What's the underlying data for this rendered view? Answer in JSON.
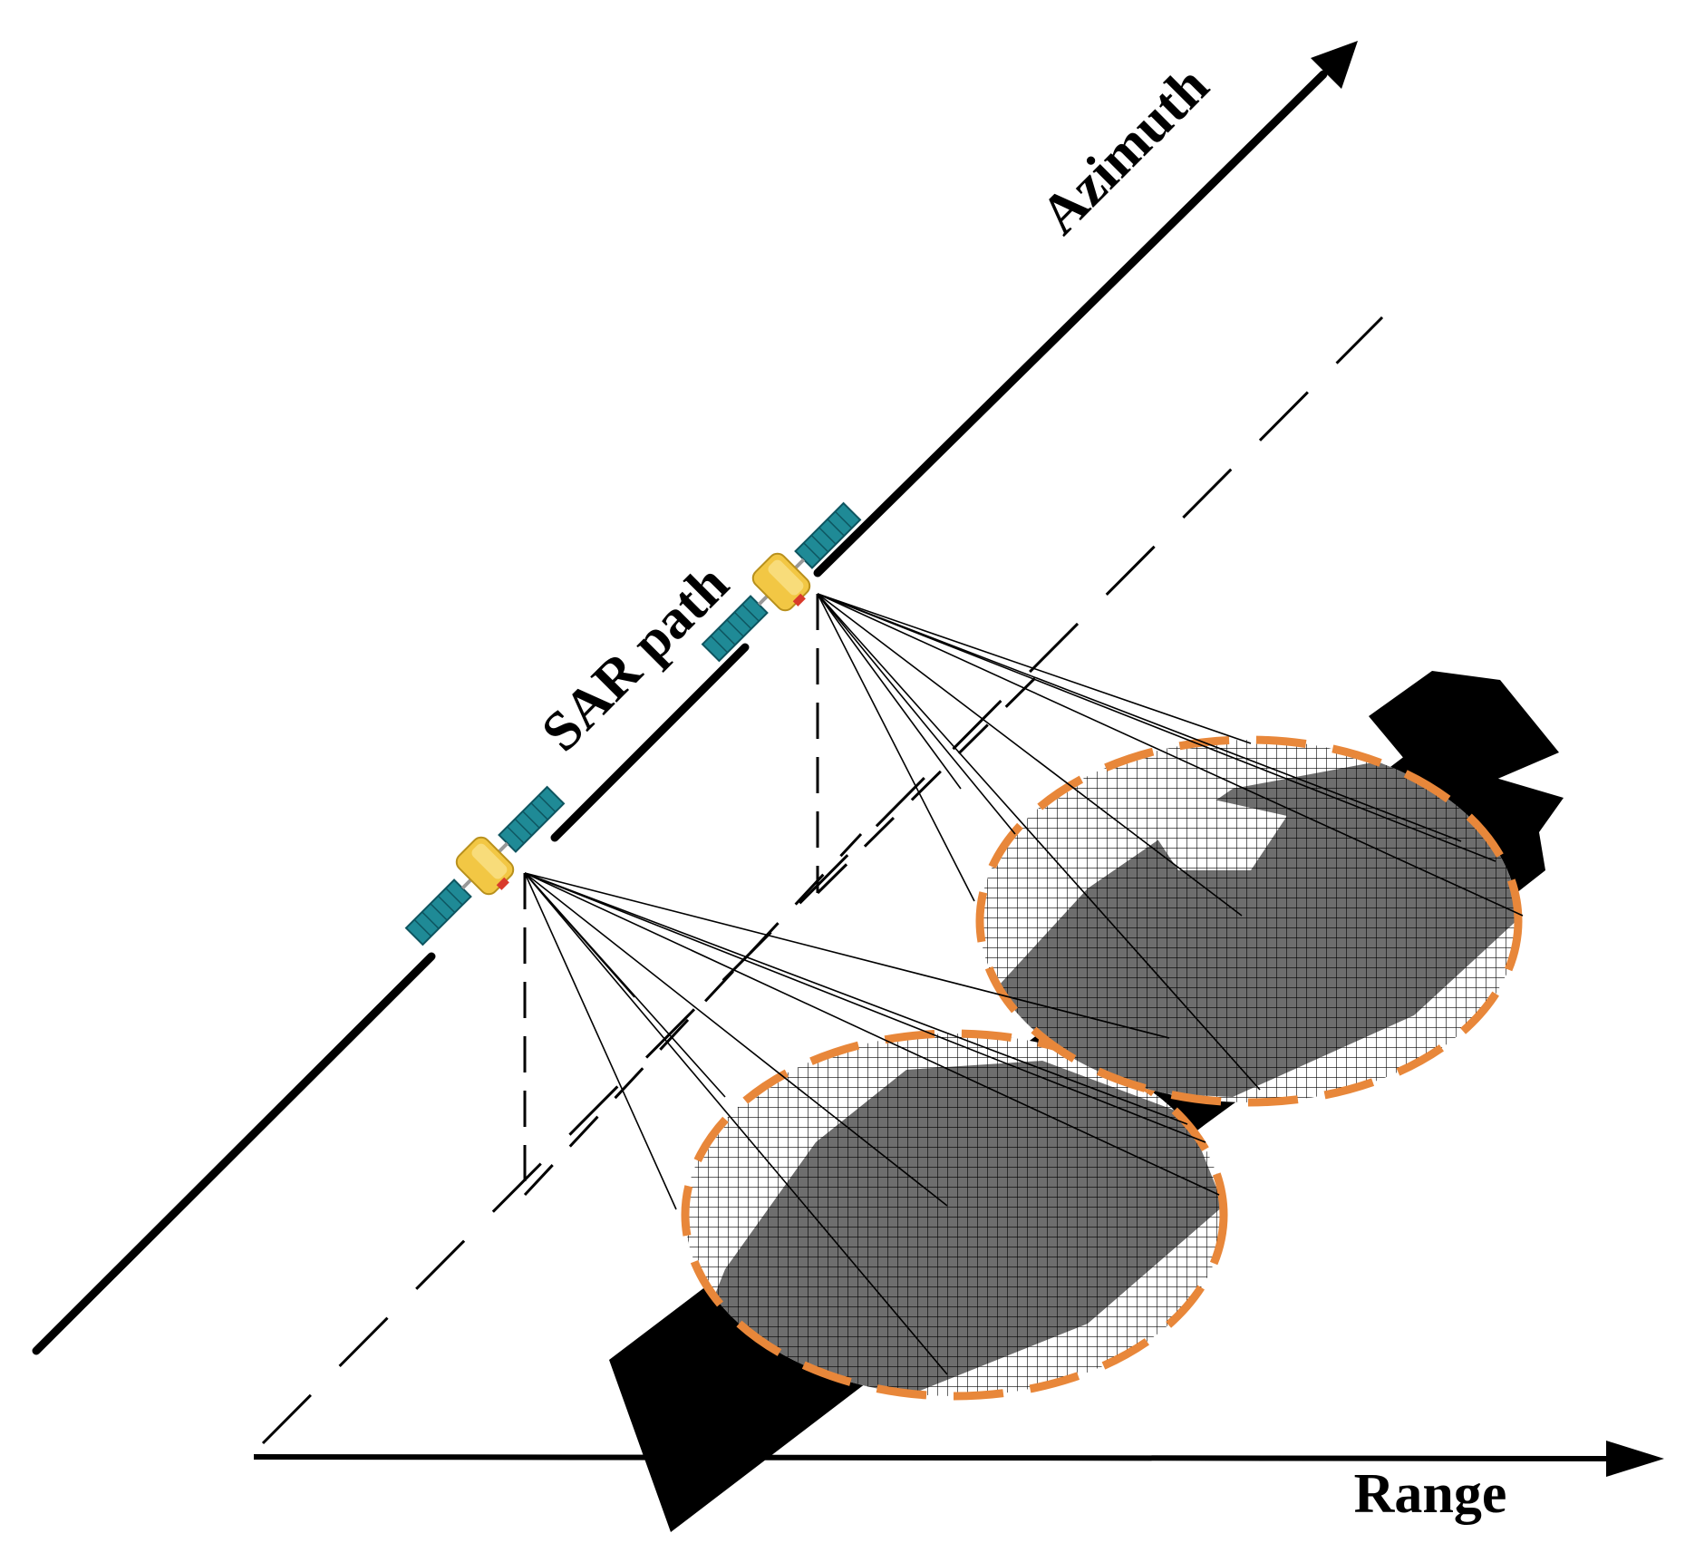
{
  "labels": {
    "azimuth": "Azimuth",
    "sar_path": "SAR path",
    "range": "Range"
  },
  "colors": {
    "footprint_outline": "#E8873A",
    "satellite_panel": "#1F8A96",
    "satellite_body": "#F2C744",
    "terrain": "#000000",
    "strip_fill": "#6E6E6E",
    "grid_lines": "#000000"
  },
  "icons": {
    "satellite": "satellite-icon"
  }
}
